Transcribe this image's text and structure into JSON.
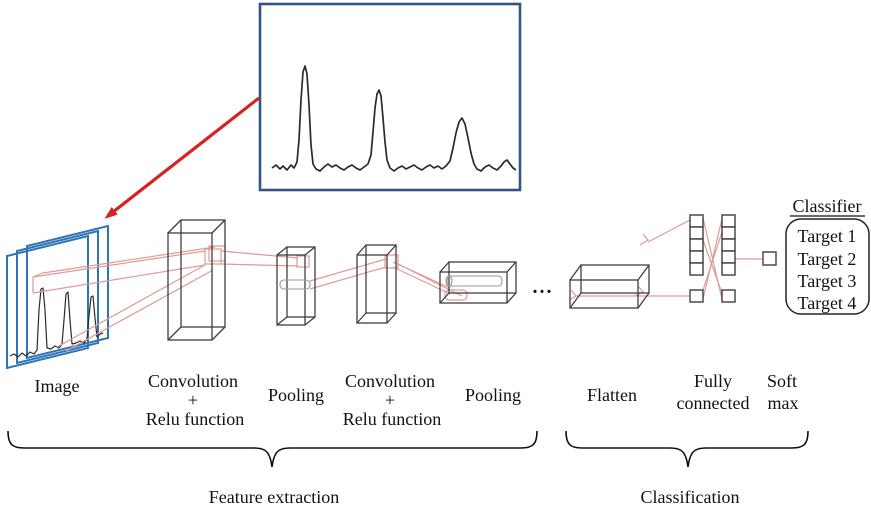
{
  "colors": {
    "inset_border": "#33567f",
    "arrow_red": "#d42322",
    "image_blue": "#2e75b6",
    "projection_red": "#e09a93",
    "wireframe": "#3f3f3f",
    "rod_gray": "#999999",
    "spectrum_black": "#2a2a2a"
  },
  "layers": {
    "image": {
      "label": "Image"
    },
    "conv1": {
      "label_lines": [
        "Convolution",
        "+",
        "Relu function"
      ]
    },
    "pool1": {
      "label": "Pooling"
    },
    "conv2": {
      "label_lines": [
        "Convolution",
        "+",
        "Relu function"
      ]
    },
    "pool2": {
      "label": "Pooling"
    },
    "ellipsis": "...",
    "flatten": {
      "label": "Flatten"
    },
    "fully_connected": {
      "label_lines": [
        "Fully",
        "connected"
      ]
    },
    "softmax": {
      "label_lines": [
        "Soft",
        "max"
      ]
    }
  },
  "classifier": {
    "title": "Classifier",
    "targets": [
      "Target 1",
      "Target 2",
      "Target 3",
      "Target 4"
    ]
  },
  "stages": {
    "feature_extraction": "Feature extraction",
    "classification": "Classification"
  }
}
